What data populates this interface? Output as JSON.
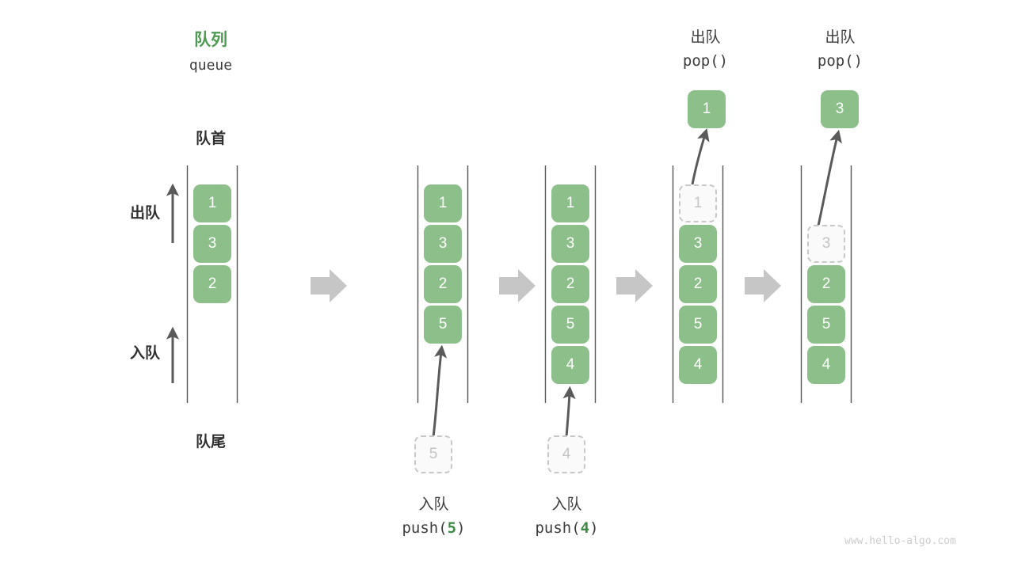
{
  "meta": {
    "watermark": "www.hello-algo.com",
    "accent_green": "#4E9A51",
    "cell_green": "#8CBF8A",
    "ghost_gray": "#c4c4c4",
    "arrow_gray": "#5a5a5a",
    "step_arrow_gray": "#c6c6c6"
  },
  "header": {
    "title_cn": "队列",
    "title_en": "queue"
  },
  "side_labels": {
    "front": "队首",
    "rear": "队尾",
    "dequeue": "出队",
    "enqueue": "入队"
  },
  "stages": [
    {
      "id": "initial",
      "cells": [
        "1",
        "3",
        "2"
      ],
      "ghost_top": null,
      "ghost_bottom": null,
      "caption_cn": null,
      "caption_code": null,
      "popped": null
    },
    {
      "id": "push-5",
      "cells": [
        "1",
        "3",
        "2",
        "5"
      ],
      "ghost_top": null,
      "ghost_bottom": "5",
      "caption_cn": "入队",
      "caption_code": "push(5)",
      "caption_code_prefix": "push(",
      "caption_code_value": "5",
      "caption_code_suffix": ")",
      "popped": null
    },
    {
      "id": "push-4",
      "cells": [
        "1",
        "3",
        "2",
        "5",
        "4"
      ],
      "ghost_top": null,
      "ghost_bottom": "4",
      "caption_cn": "入队",
      "caption_code": "push(4)",
      "caption_code_prefix": "push(",
      "caption_code_value": "4",
      "caption_code_suffix": ")",
      "popped": null
    },
    {
      "id": "pop-1",
      "cells": [
        "3",
        "2",
        "5",
        "4"
      ],
      "ghost_top": "1",
      "ghost_bottom": null,
      "caption_cn": "出队",
      "caption_code": "pop()",
      "popped": "1"
    },
    {
      "id": "pop-3",
      "cells": [
        "2",
        "5",
        "4"
      ],
      "ghost_top": "3",
      "ghost_bottom": null,
      "caption_cn": "出队",
      "caption_code": "pop()",
      "popped": "3"
    }
  ]
}
